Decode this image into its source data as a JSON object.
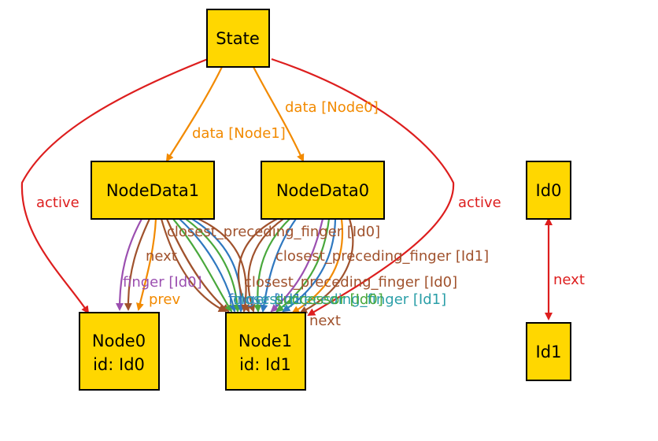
{
  "nodes": {
    "state": "State",
    "nodedata1": "NodeData1",
    "nodedata0": "NodeData0",
    "node0_line1": "Node0",
    "node0_line2": "id: Id0",
    "node1_line1": "Node1",
    "node1_line2": "id: Id1",
    "id0": "Id0",
    "id1": "Id1"
  },
  "edge_labels": {
    "data_node1": "data [Node1]",
    "data_node0": "data [Node0]",
    "active_left": "active",
    "active_right": "active",
    "cpf_id0_a": "closest_preceding_finger [Id0]",
    "cpf_id1": "closest_preceding_finger [Id1]",
    "cpf_id0_b": "closest_preceding_finger [Id0]",
    "next_nd1": "next",
    "finger_id0": "finger [Id0]",
    "prev_nd1": "prev",
    "next_nd0": "next",
    "next_ids": "next",
    "overlap_1": "finger [Id1]",
    "overlap_2": "closest_preceding_finger [Id1]",
    "overlap_3": "successor [Id0]"
  },
  "colors": {
    "node_fill": "#ffd700",
    "orange": "#f28a00",
    "red": "#dd1e1e",
    "brown": "#a0522d",
    "purple": "#9b4fb0",
    "green": "#49a83c",
    "blue": "#2f78c0",
    "teal": "#2b9fa8"
  }
}
